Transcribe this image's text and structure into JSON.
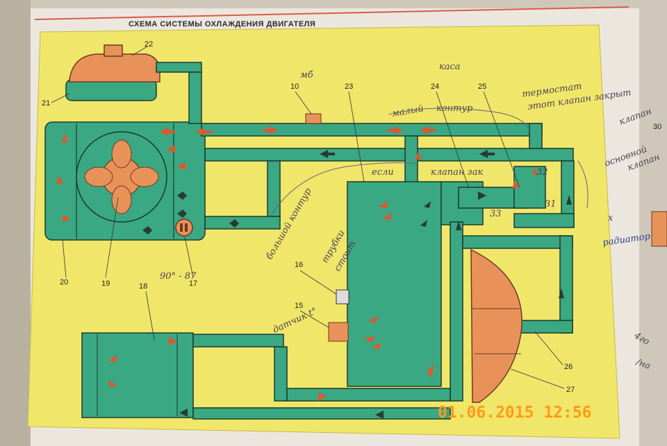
{
  "title": "СХЕМА СИСТЕМЫ ОХЛАЖДЕНИЯ ДВИГАТЕЛЯ",
  "callouts": [
    "22",
    "21",
    "10",
    "23",
    "24",
    "25",
    "20",
    "19",
    "17",
    "18",
    "16",
    "15",
    "26",
    "27"
  ],
  "handwriting": {
    "top1": "каса",
    "top2": "мб",
    "malyi": "малый",
    "kontur": "контур",
    "termostat": "термостат",
    "klapan_zakryt": "этот клапан закрыт",
    "klapan_zak": "клапан зак",
    "esli": "если",
    "bolshoi": "большой контур",
    "trubki": "трубки",
    "stoit": "стоит",
    "datchik": "датчик t°",
    "temps": "90° - 87",
    "n33": "33",
    "n32": "32",
    "n31": "31",
    "right1": "клапан",
    "right2": "основной",
    "right3": "клапан",
    "right_num": "30",
    "radiator": "радиатор",
    "x_mark": "x",
    "bottom_r1": "4го",
    "bottom_r2": "/на"
  },
  "timestamp": "01.06.2015 12:56",
  "colors": {
    "page_bg": "#f0e66a",
    "coolant": "#3aa882",
    "part": "#e8925a",
    "flow_hot": "#e2552e",
    "flow_cold": "#2a3a36",
    "stamp": "#ff9a1a"
  }
}
